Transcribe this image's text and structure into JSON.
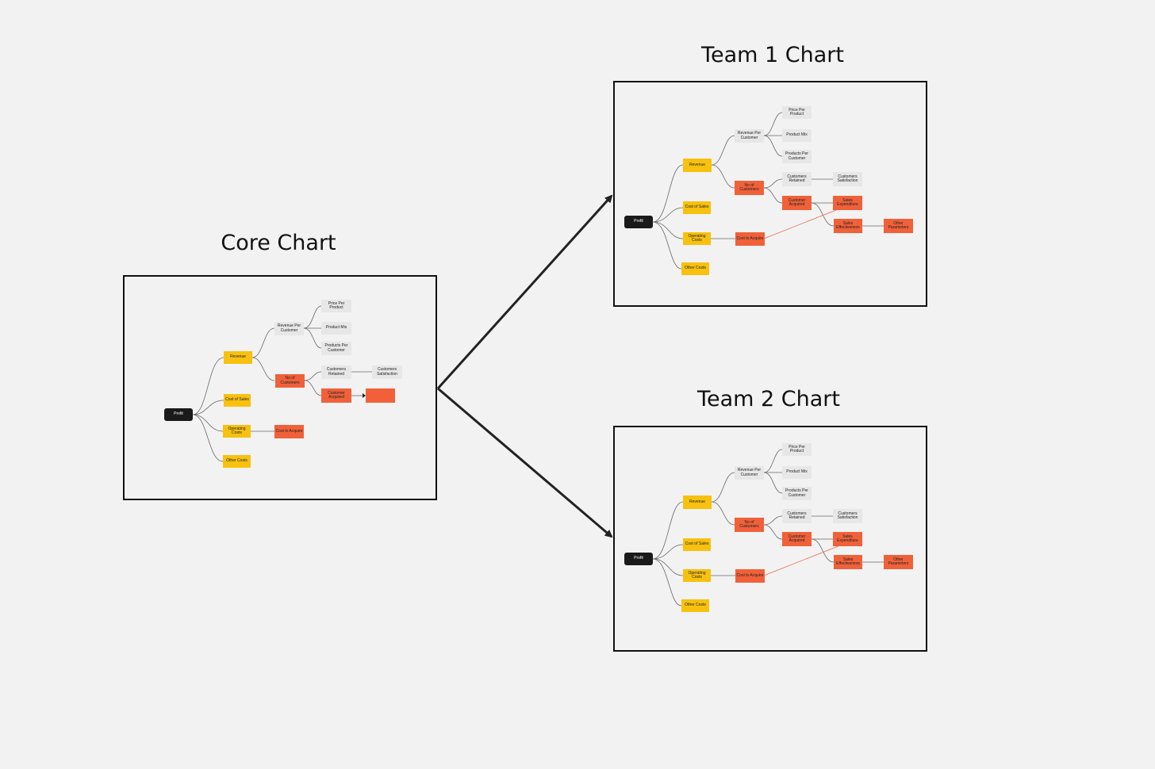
{
  "colors": {
    "background": "#f2f2f2",
    "black": "#1a1a1a",
    "yellow": "#f7c10e",
    "orange": "#f0613a",
    "gray": "#e7e7e7",
    "line": "#666666",
    "accent_line": "#e8684a"
  },
  "frames": {
    "core": {
      "title": "Core Chart",
      "nodes": {
        "profit": "Profit",
        "revenue": "Revenue",
        "cost_of_sales": "Cost of Sales",
        "operating_costs": "Operating Costs",
        "other_costs": "Other Costs",
        "revenue_per_customer": "Revenue Per Customer",
        "no_of_customers": "No of Customers",
        "price_per_product": "Price Per Product",
        "product_mix": "Product Mix",
        "products_per_customer": "Products Per Customer",
        "customers_retained": "Customers Retained",
        "customers_satisfaction": "Customers Satisfaction",
        "customer_acquired": "Customer Acquired",
        "blank": "",
        "cost_to_acquire": "Cost to Acquire"
      }
    },
    "team1": {
      "title": "Team 1 Chart",
      "nodes": {
        "profit": "Profit",
        "revenue": "Revenue",
        "cost_of_sales": "Cost of Sales",
        "operating_costs": "Operating Costs",
        "other_costs": "Other Costs",
        "revenue_per_customer": "Revenue Per Customer",
        "no_of_customers": "No of Customers",
        "price_per_product": "Price Per Product",
        "product_mix": "Product Mix",
        "products_per_customer": "Products Per Customer",
        "customers_retained": "Customers Retained",
        "customers_satisfaction": "Customers Satisfaction",
        "customer_acquired": "Customer Acquired",
        "sales_expenditure": "Sales Expenditure",
        "sales_effectiveness": "Sales Effectiveness",
        "other_parameters": "Other Parameters",
        "cost_to_acquire": "Cost to Acquire"
      }
    },
    "team2": {
      "title": "Team 2 Chart",
      "nodes": {
        "profit": "Profit",
        "revenue": "Revenue",
        "cost_of_sales": "Cost of Sales",
        "operating_costs": "Operating Costs",
        "other_costs": "Other Costs",
        "revenue_per_customer": "Revenue Per Customer",
        "no_of_customers": "No of Customers",
        "price_per_product": "Price Per Product",
        "product_mix": "Product Mix",
        "products_per_customer": "Products Per Customer",
        "customers_retained": "Customers Retained",
        "customers_satisfaction": "Customers Satisfaction",
        "customer_acquired": "Customer Acquired",
        "sales_expenditure": "Sales Expenditure",
        "sales_effectiveness": "Sales Effectiveness",
        "other_parameters": "Other Parameters",
        "cost_to_acquire": "Cost to Acquire"
      }
    }
  }
}
